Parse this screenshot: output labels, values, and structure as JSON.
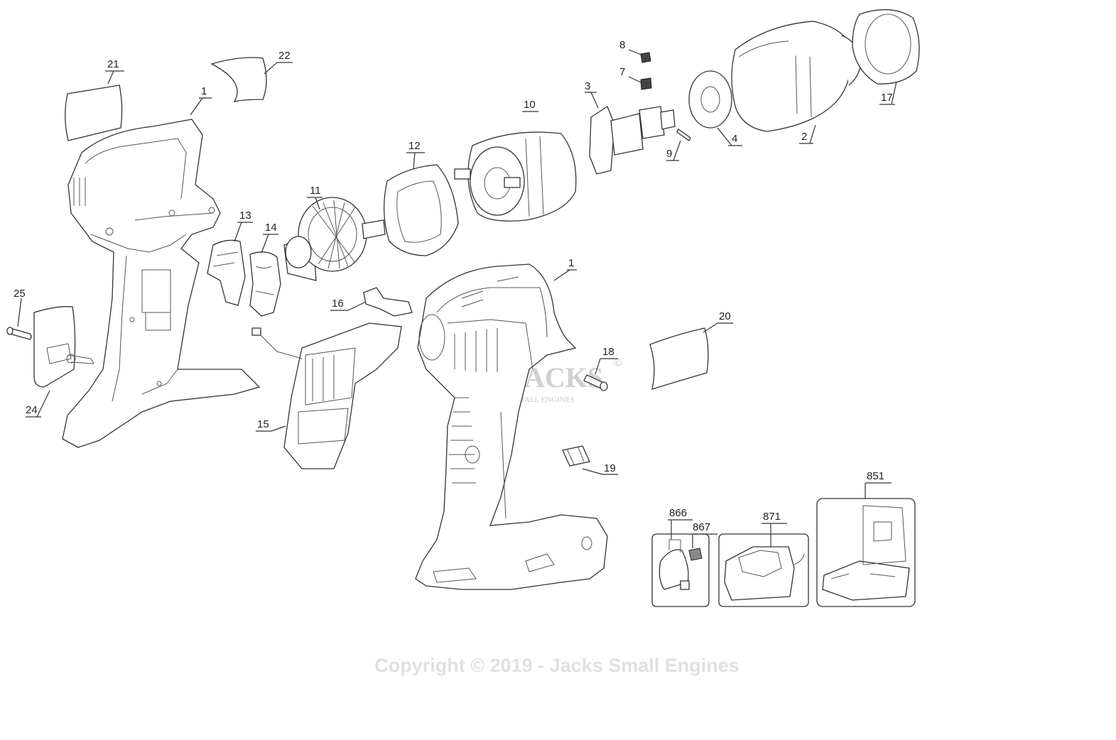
{
  "labels": {
    "p1a": "1",
    "p1b": "1",
    "p2": "2",
    "p3": "3",
    "p4": "4",
    "p7": "7",
    "p8": "8",
    "p9": "9",
    "p10": "10",
    "p11": "11",
    "p12": "12",
    "p13": "13",
    "p14": "14",
    "p15": "15",
    "p16": "16",
    "p17": "17",
    "p18": "18",
    "p19": "19",
    "p20": "20",
    "p21": "21",
    "p22": "22",
    "p24": "24",
    "p25": "25",
    "p851": "851",
    "p866": "866",
    "p867": "867",
    "p871": "871"
  },
  "watermark": {
    "logo_main": "JACKS",
    "logo_sub": "SMALL ENGINES",
    "logo_symbol": "©",
    "copyright": "Copyright © 2019 - Jacks Small Engines"
  }
}
